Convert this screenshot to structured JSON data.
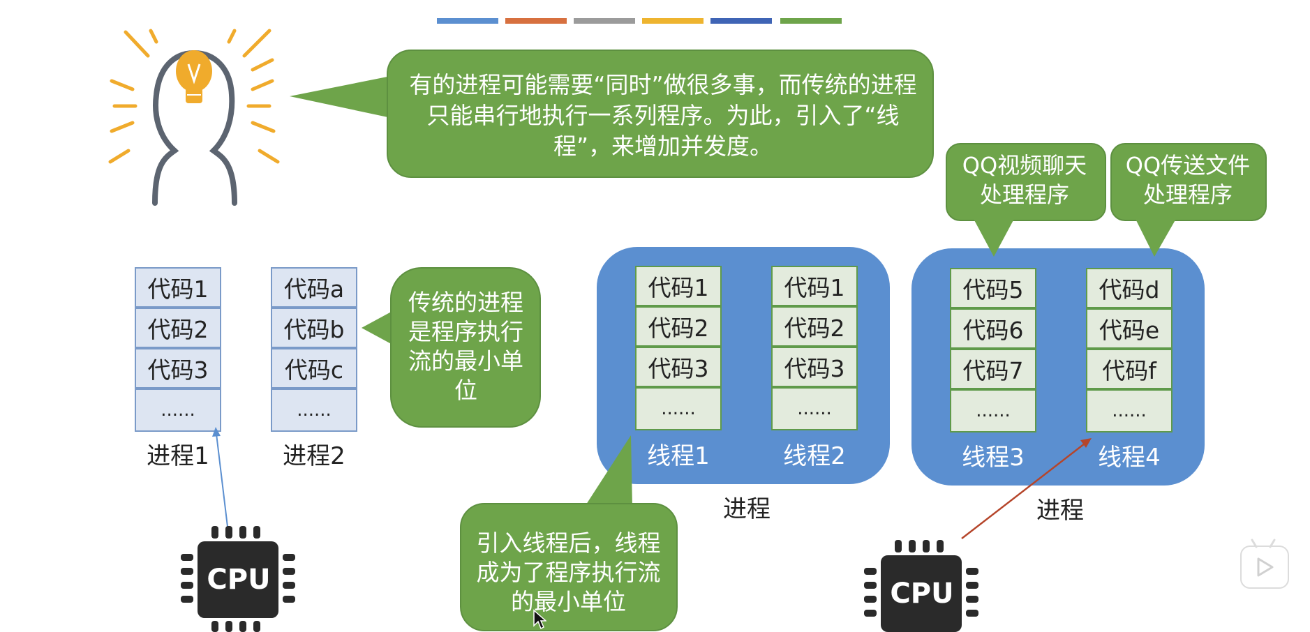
{
  "header": {
    "color_bar": [
      "#5b8fd0",
      "#d7703f",
      "#9b9b9b",
      "#eeb42f",
      "#3f64b5",
      "#6ea44a"
    ]
  },
  "intro": {
    "icon": "lightbulb-head-icon",
    "text": "有的进程可能需要“同时”做很多事，而传统的进程只能串行地执行一系列程序。为此，引入了“线程”，来增加并发度。"
  },
  "traditional": {
    "process1": {
      "cells": [
        "代码1",
        "代码2",
        "代码3",
        "......"
      ],
      "label": "进程1"
    },
    "process2": {
      "cells": [
        "代码a",
        "代码b",
        "代码c",
        "......"
      ],
      "label": "进程2"
    },
    "note": "传统的进程是程序执行流的最小单位",
    "cpu_label": "CPU"
  },
  "threaded": {
    "process_a": {
      "threads": [
        {
          "cells": [
            "代码1",
            "代码2",
            "代码3",
            "......"
          ],
          "label": "线程1"
        },
        {
          "cells": [
            "代码1",
            "代码2",
            "代码3",
            "......"
          ],
          "label": "线程2"
        }
      ],
      "label": "进程"
    },
    "process_b": {
      "threads": [
        {
          "cells": [
            "代码5",
            "代码6",
            "代码7",
            "......"
          ],
          "label": "线程3"
        },
        {
          "cells": [
            "代码d",
            "代码e",
            "代码f",
            "......"
          ],
          "label": "线程4"
        }
      ],
      "label": "进程"
    },
    "note_threads": "引入线程后，线程成为了程序执行流的最小单位",
    "note_qq_video": "QQ视频聊天处理程序",
    "note_qq_file": "QQ传送文件处理程序",
    "cpu_label": "CPU"
  },
  "player": {
    "play_icon": "play-icon"
  },
  "colors": {
    "bubble_green": "#6ea44a",
    "panel_blue": "#5b8fd0",
    "arrow_blue": "#5b8fd0",
    "arrow_red": "#b5452a"
  }
}
